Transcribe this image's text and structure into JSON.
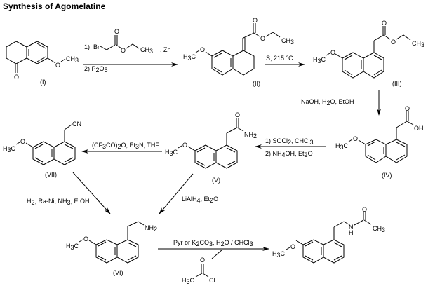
{
  "title": "Synthesis of Agomelatine",
  "compounds": {
    "I": {
      "label": "(I)",
      "groups": {
        "carbonyl_o": "O",
        "methoxy": "O",
        "methyl": "CH",
        "methyl_sub": "3"
      }
    },
    "II": {
      "label": "(II)",
      "groups": {
        "h3c": "H",
        "h3c_sub": "3",
        "h3c_c": "C",
        "o_methoxy": "O",
        "o_carbonyl": "O",
        "o_ester": "O",
        "ch3": "CH",
        "ch3_sub": "3"
      }
    },
    "III": {
      "label": "(III)",
      "groups": {
        "h3c": "H",
        "h3c_sub": "3",
        "h3c_c": "C",
        "o_methoxy": "O",
        "o_carbonyl": "O",
        "o_ester": "O",
        "ch3": "CH",
        "ch3_sub": "3"
      }
    },
    "IV": {
      "label": "(IV)",
      "groups": {
        "h3c": "H",
        "h3c_sub": "3",
        "h3c_c": "C",
        "o_methoxy": "O",
        "o_carbonyl": "O",
        "oh": "OH"
      }
    },
    "V": {
      "label": "(V)",
      "groups": {
        "h3c": "H",
        "h3c_sub": "3",
        "h3c_c": "C",
        "o_methoxy": "O",
        "o_carbonyl": "O",
        "nh2": "NH",
        "nh2_sub": "2"
      }
    },
    "VI": {
      "label": "(VI)",
      "groups": {
        "h3c": "H",
        "h3c_sub": "3",
        "h3c_c": "C",
        "o_methoxy": "O",
        "nh2": "NH",
        "nh2_sub": "2"
      }
    },
    "VII": {
      "label": "(VII)",
      "groups": {
        "h3c": "H",
        "h3c_sub": "3",
        "h3c_c": "C",
        "o_methoxy": "O",
        "cn": "CN"
      }
    },
    "agomelatine": {
      "groups": {
        "h3c": "H",
        "h3c_sub": "3",
        "h3c_c": "C",
        "o_methoxy": "O",
        "n": "N",
        "h": "H",
        "o_carbonyl": "O",
        "ch3": "CH",
        "ch3_sub": "3"
      }
    }
  },
  "reagents": {
    "step1": {
      "line1_prefix": "1)",
      "br": "Br",
      "o_carbonyl": "O",
      "o_ester": "O",
      "ch3": "CH",
      "ch3_sub": "3",
      "zn": ", Zn",
      "line2": "2) P",
      "line2_sub1": "2",
      "line2_mid": "O",
      "line2_sub2": "5"
    },
    "step2": {
      "text": "S,  215 °C"
    },
    "step3": {
      "t1": "NaOH, H",
      "s1": "2",
      "t2": "O, EtOH"
    },
    "step4": {
      "l1_t1": "1) SOCl",
      "l1_s1": "2",
      "l1_t2": ", CHCl",
      "l1_s2": "3",
      "l2_t1": "2) NH",
      "l2_s1": "4",
      "l2_t2": "OH, Et",
      "l2_s2": "2",
      "l2_t3": "O"
    },
    "step5": {
      "t1": "(CF",
      "s1": "3",
      "t2": "CO)",
      "s2": "2",
      "t3": "O, Et",
      "s3": "3",
      "t4": "N, THF"
    },
    "step6": {
      "t1": "H",
      "s1": "2",
      "t2": ", Ra-Ni, NH",
      "s2": "3",
      "t3": ", EtOH"
    },
    "step7": {
      "t1": "LiAlH",
      "s1": "4",
      "t2": ", Et",
      "s2": "2",
      "t3": "O"
    },
    "step8": {
      "t1": "Pyr or K",
      "s1": "2",
      "t2": "CO",
      "s2": "3",
      "t3": ", H",
      "s3": "2",
      "t4": "O / CHCl",
      "s4": "3",
      "acetyl_o": "O",
      "acetyl_h": "H",
      "acetyl_sub": "3",
      "acetyl_c": "C",
      "acetyl_cl": "Cl"
    }
  }
}
